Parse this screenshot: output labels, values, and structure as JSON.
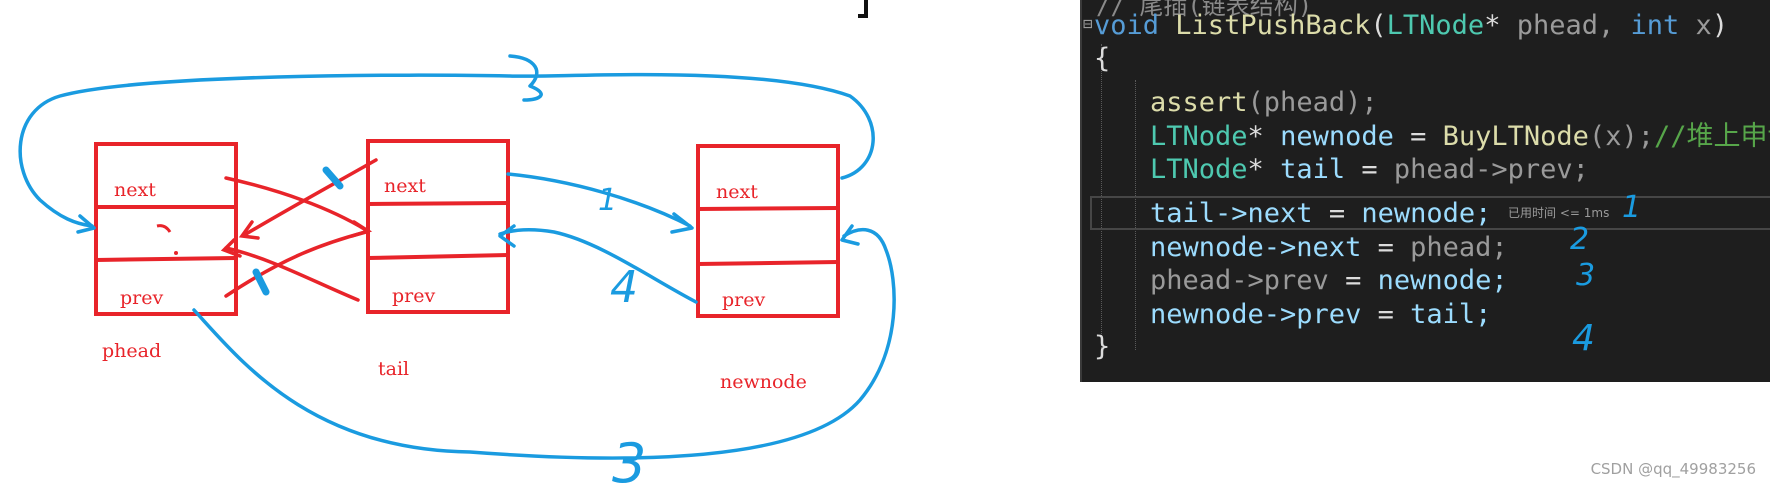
{
  "diagram": {
    "nodes": [
      {
        "id": "phead",
        "name": "phead",
        "next_label": "next",
        "prev_label": "prev"
      },
      {
        "id": "tail",
        "name": "tail",
        "next_label": "next",
        "prev_label": "prev"
      },
      {
        "id": "newnode",
        "name": "newnode",
        "next_label": "next",
        "prev_label": "prev"
      }
    ],
    "annotations": [
      "1",
      "4",
      "3"
    ],
    "colors": {
      "node": "#e8242a",
      "arrow": "#1a9be0"
    }
  },
  "code": {
    "top_cut": "// 尾插(链表结构)",
    "signature": {
      "kw_void": "void",
      "fn_name": "ListPushBack",
      "open": "(",
      "type1": "LTNode",
      "star": "*",
      "param1": " phead,",
      "kw_int": "int",
      "param2": " x",
      "close": ")"
    },
    "open_brace": "{",
    "lines": [
      {
        "fn": "assert",
        "rest": "(phead);"
      },
      {
        "type": "LTNode",
        "star": "*",
        "var": " newnode",
        "eq": " = ",
        "fn": "BuyLTNode",
        "args": "(x);",
        "comment": "//堆上申请"
      },
      {
        "type": "LTNode",
        "star": "*",
        "var": " tail",
        "eq": " = ",
        "expr": "phead->prev;"
      },
      {
        "lhs": "tail->next",
        "eq": " = ",
        "rhs": "newnode;"
      },
      {
        "lhs": "newnode->next",
        "eq": " = ",
        "rhs": "phead;"
      },
      {
        "lhs": "phead->prev",
        "eq": " = ",
        "rhs": "newnode;"
      },
      {
        "lhs": "newnode->prev",
        "eq": " = ",
        "rhs": "tail;"
      }
    ],
    "close_brace": "}",
    "perf_tip": "已用时间 <= 1ms",
    "step_numbers": [
      "1",
      "2",
      "3",
      "4"
    ]
  },
  "watermark": "CSDN @qq_49983256"
}
